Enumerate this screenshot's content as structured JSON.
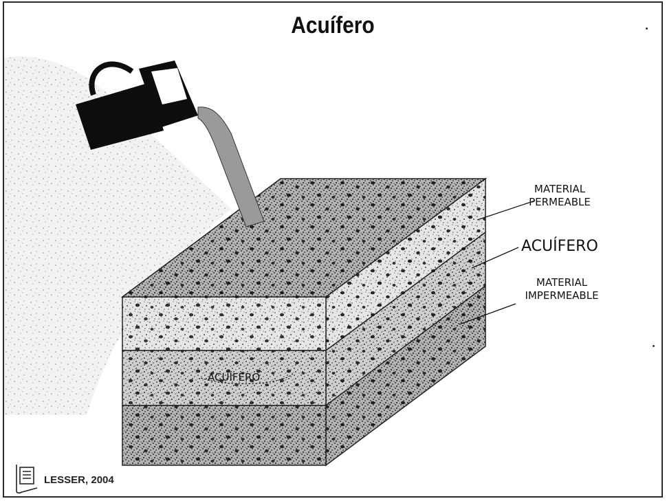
{
  "title": "Acuífero",
  "labels": {
    "permeable_line1": "MATERIAL",
    "permeable_line2": "PERMEABLE",
    "aquifer": "ACUÍFERO",
    "impermeable_line1": "MATERIAL",
    "impermeable_line2": "IMPERMEABLE",
    "inner_aquifer": "ACUÍFERO"
  },
  "citation": "LESSER, 2004",
  "icons": [
    "watering-can-icon",
    "book-icon"
  ],
  "colors": {
    "ink": "#111111",
    "stipple": "#4a4a4a",
    "border": "#2a2a2a"
  }
}
